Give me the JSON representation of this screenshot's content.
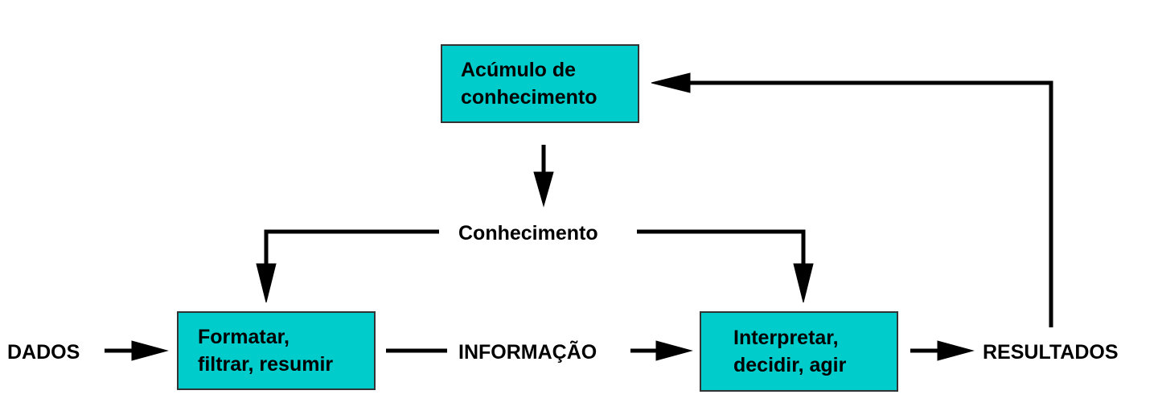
{
  "colors": {
    "box_fill": "#00CCCC",
    "box_border": "#333333",
    "arrow": "#000000",
    "text": "#000000"
  },
  "boxes": {
    "accumulation": {
      "line1": "Acúmulo de",
      "line2": "conhecimento"
    },
    "format": {
      "line1": "Formatar,",
      "line2": "filtrar, resumir"
    },
    "interpret": {
      "line1": "Interpretar,",
      "line2": "decidir, agir"
    }
  },
  "labels": {
    "knowledge": "Conhecimento",
    "data": "DADOS",
    "information": "INFORMAÇÃO",
    "results": "RESULTADOS"
  }
}
